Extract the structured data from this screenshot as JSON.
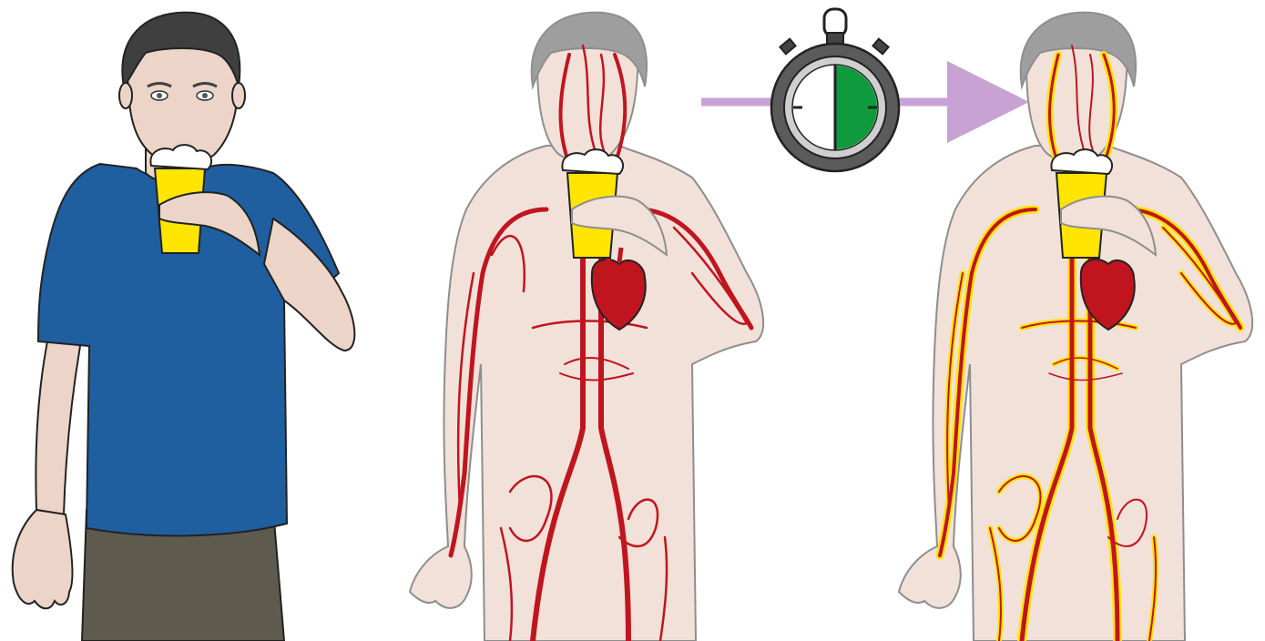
{
  "panels": [
    {
      "id": "drinking-man",
      "description_label": ""
    },
    {
      "id": "circulation-before",
      "description_label": ""
    },
    {
      "id": "circulation-after",
      "description_label": ""
    }
  ],
  "stopwatch": {
    "elapsed_fraction": 0.5
  },
  "colors": {
    "skin": "#ecd5c8",
    "skin_translucent": "#f1e1d8",
    "shirt": "#1f5fa0",
    "pants": "#5e5a4d",
    "hair": "#3f3f3f",
    "hair_gray": "#9e9e9e",
    "beer": "#ffe500",
    "vessel": "#c0151f",
    "alcohol": "#ffe500",
    "arrow": "#c8a2d2",
    "stopwatch_body": "#5b5b5b",
    "stopwatch_fill": "#0f9a3e"
  },
  "icons": [
    "beer-glass-icon",
    "heart-icon",
    "stopwatch-icon",
    "arrow-right-icon"
  ]
}
